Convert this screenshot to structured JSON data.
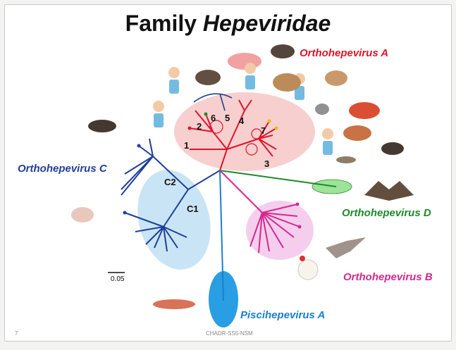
{
  "title": {
    "prefix": "Family",
    "italic": "Hepeviridae"
  },
  "genera": {
    "ortho_a": {
      "label": "Orthohepevirus A",
      "color": "#e0142a"
    },
    "ortho_b": {
      "label": "Orthohepevirus B",
      "color": "#d22a8e"
    },
    "ortho_c": {
      "label": "Orthohepevirus C",
      "color": "#1f3f99"
    },
    "ortho_d": {
      "label": "Orthohepevirus D",
      "color": "#1f8a2c"
    },
    "pisci_a": {
      "label": "Piscihepevirus A",
      "color": "#1a7fd0"
    }
  },
  "genotypes": [
    "1",
    "2",
    "3",
    "4",
    "5",
    "6",
    "7"
  ],
  "clades": [
    "C1",
    "C2"
  ],
  "scale_bar": "0.05",
  "footer": "CHADR-SS5-NSM",
  "page_number": "7"
}
